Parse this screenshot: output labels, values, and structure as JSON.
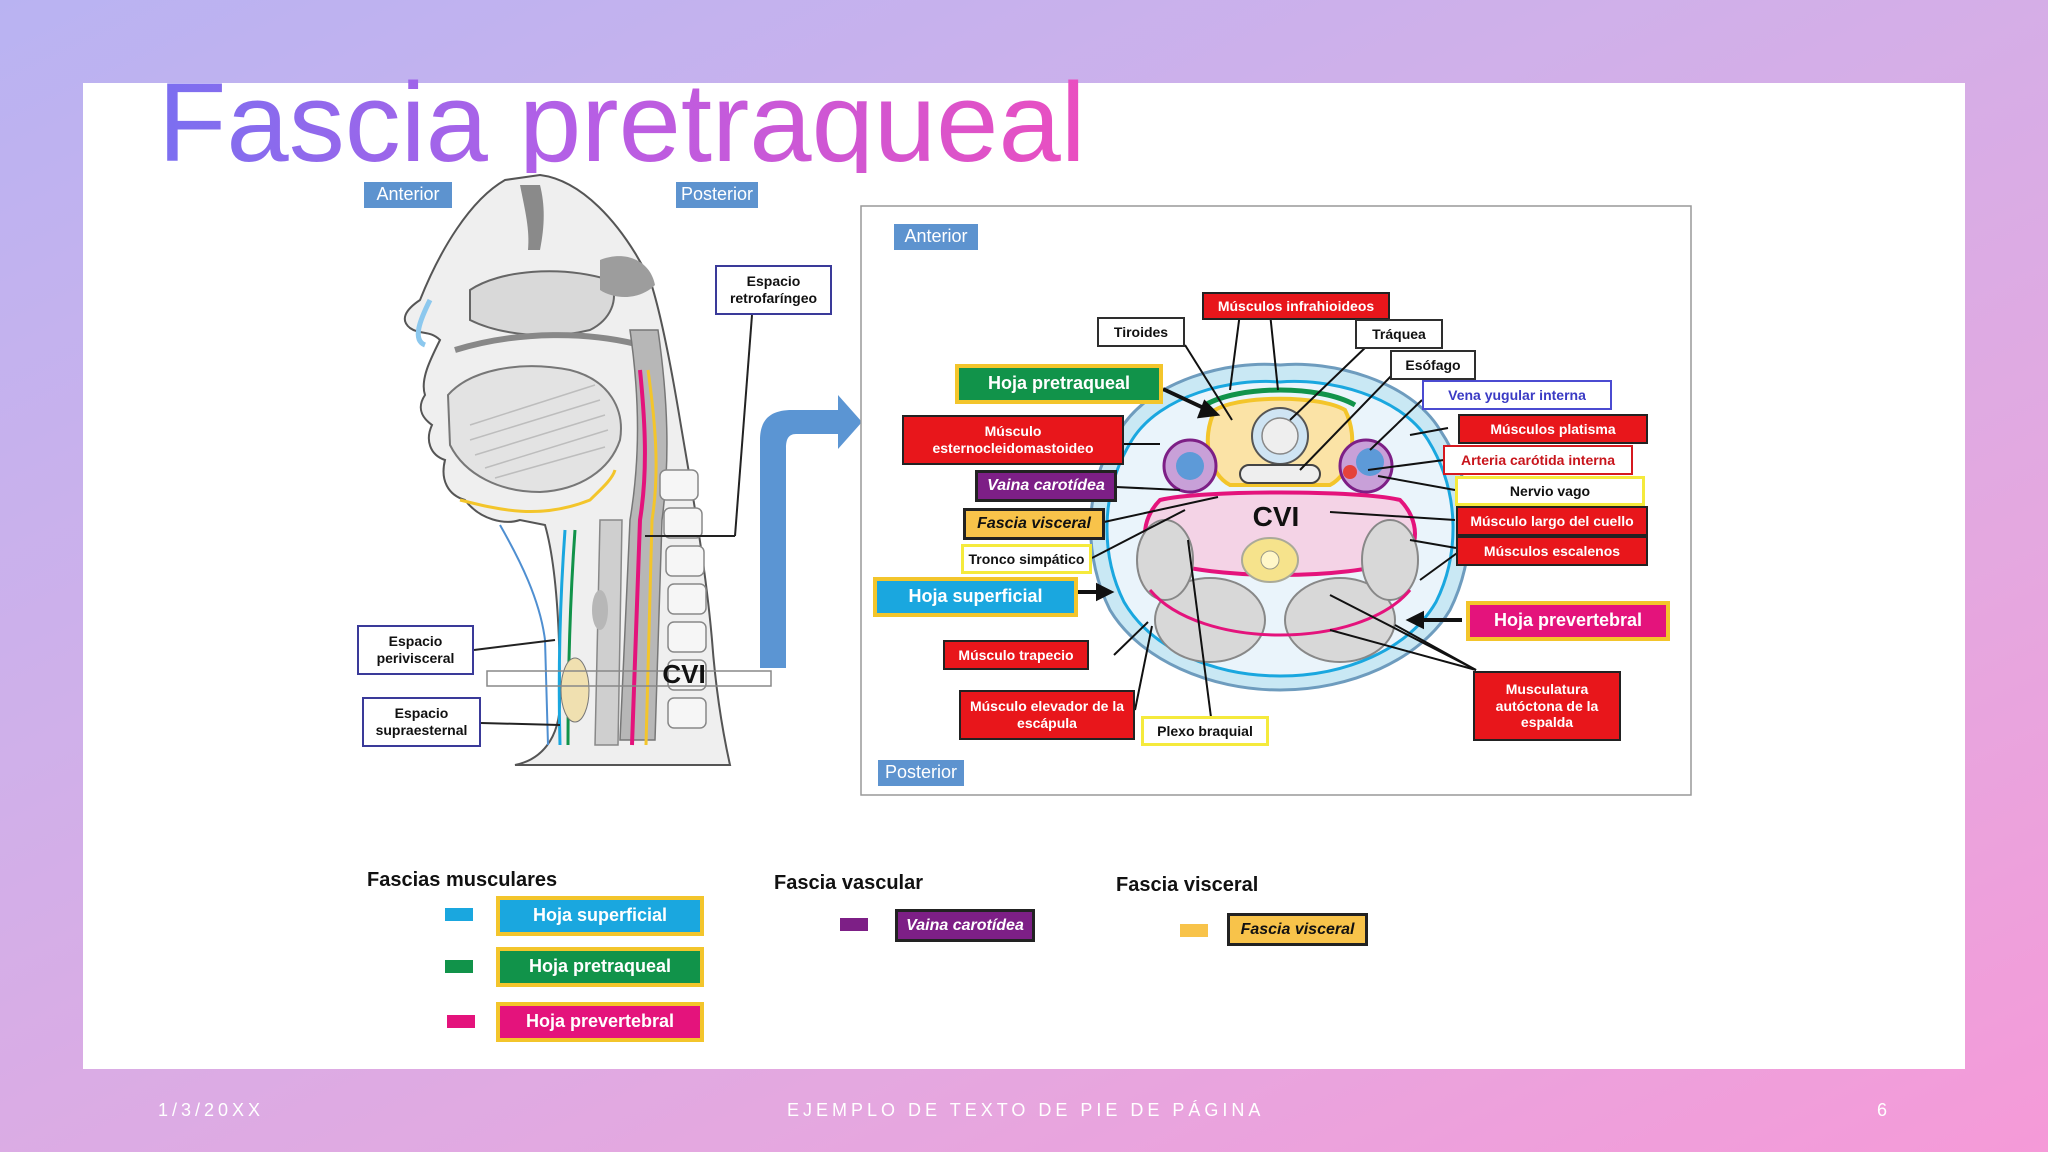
{
  "slide": {
    "title": "Fascia pretraqueal",
    "footer_date": "1/3/20XX",
    "footer_text": "EJEMPLO DE TEXTO DE PIE DE PÁGINA",
    "page_number": "6"
  },
  "sagittal": {
    "anterior": "Anterior",
    "posterior": "Posterior",
    "espacio_retrofaringeo": "Espacio retrofaríngeo",
    "espacio_perivisceral": "Espacio perivisceral",
    "espacio_supraesternal": "Espacio supraesternal",
    "cvi": "CVI"
  },
  "axial": {
    "anterior": "Anterior",
    "posterior": "Posterior",
    "cvi": "CVI",
    "musculos_infrahioideos": "Músculos infrahioideos",
    "tiroides": "Tiroides",
    "traquea": "Tráquea",
    "esofago": "Esófago",
    "hoja_pretraqueal": "Hoja pretraqueal",
    "vena_yugular_interna": "Vena yugular interna",
    "musculo_ecm": "Músculo esternocleidomastoideo",
    "musculos_platisma": "Músculos platisma",
    "arteria_carotida_interna": "Arteria carótida interna",
    "vaina_carotidea": "Vaina carotídea",
    "nervio_vago": "Nervio vago",
    "fascia_visceral": "Fascia visceral",
    "musculo_largo_cuello": "Músculo largo del cuello",
    "tronco_simpatico": "Tronco simpático",
    "musculos_escalenos": "Músculos escalenos",
    "hoja_superficial": "Hoja superficial",
    "hoja_prevertebral": "Hoja prevertebral",
    "musculo_trapecio": "Músculo trapecio",
    "musculatura_autoctona": "Musculatura autóctona de la espalda",
    "musculo_elevador": "Músculo elevador de la escápula",
    "plexo_braquial": "Plexo braquial"
  },
  "legend": {
    "fascias_musculares": "Fascias musculares",
    "fascia_vascular": "Fascia vascular",
    "fascia_visceral_head": "Fascia visceral",
    "hoja_superficial": "Hoja superficial",
    "hoja_pretraqueal": "Hoja pretraqueal",
    "hoja_prevertebral": "Hoja prevertebral",
    "vaina_carotidea": "Vaina carotídea",
    "fascia_visceral": "Fascia visceral"
  },
  "colors": {
    "superficial": "#1aa7df",
    "pretraqueal": "#11934a",
    "prevertebral": "#e4137c",
    "vascular": "#7d1f86",
    "visceral": "#f8c34a"
  }
}
